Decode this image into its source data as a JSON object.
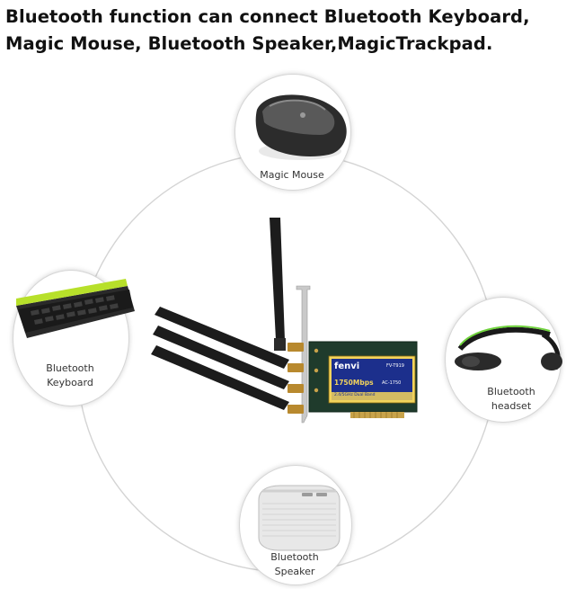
{
  "headline": {
    "line1": "Bluetooth function can connect Bluetooth Keyboard,",
    "line2": "Magic Mouse, Bluetooth Speaker,MagicTrackpad."
  },
  "devices": {
    "mouse": {
      "label": "Magic Mouse"
    },
    "keyboard": {
      "label_line1": "Bluetooth",
      "label_line2": "Keyboard"
    },
    "headset": {
      "label_line1": "Bluetooth",
      "label_line2": "headset"
    },
    "speaker": {
      "label_line1": "Bluetooth",
      "label_line2": "Speaker"
    }
  },
  "card": {
    "brand": "fenvi",
    "model": "FV-T919",
    "speed": "1750Mbps",
    "standard": "AC-1750",
    "band": "2.4/5GHz  Dual Band"
  },
  "colors": {
    "circle_stroke": "#d2d2d2",
    "card_label_bg": "#f3d45c",
    "card_label_blue": "#1c2f8c",
    "pcb_green": "#1e3d2c",
    "antenna": "#1c1c1c",
    "keyboard_accent": "#b7e02a",
    "headset_accent": "#6fd23c"
  }
}
